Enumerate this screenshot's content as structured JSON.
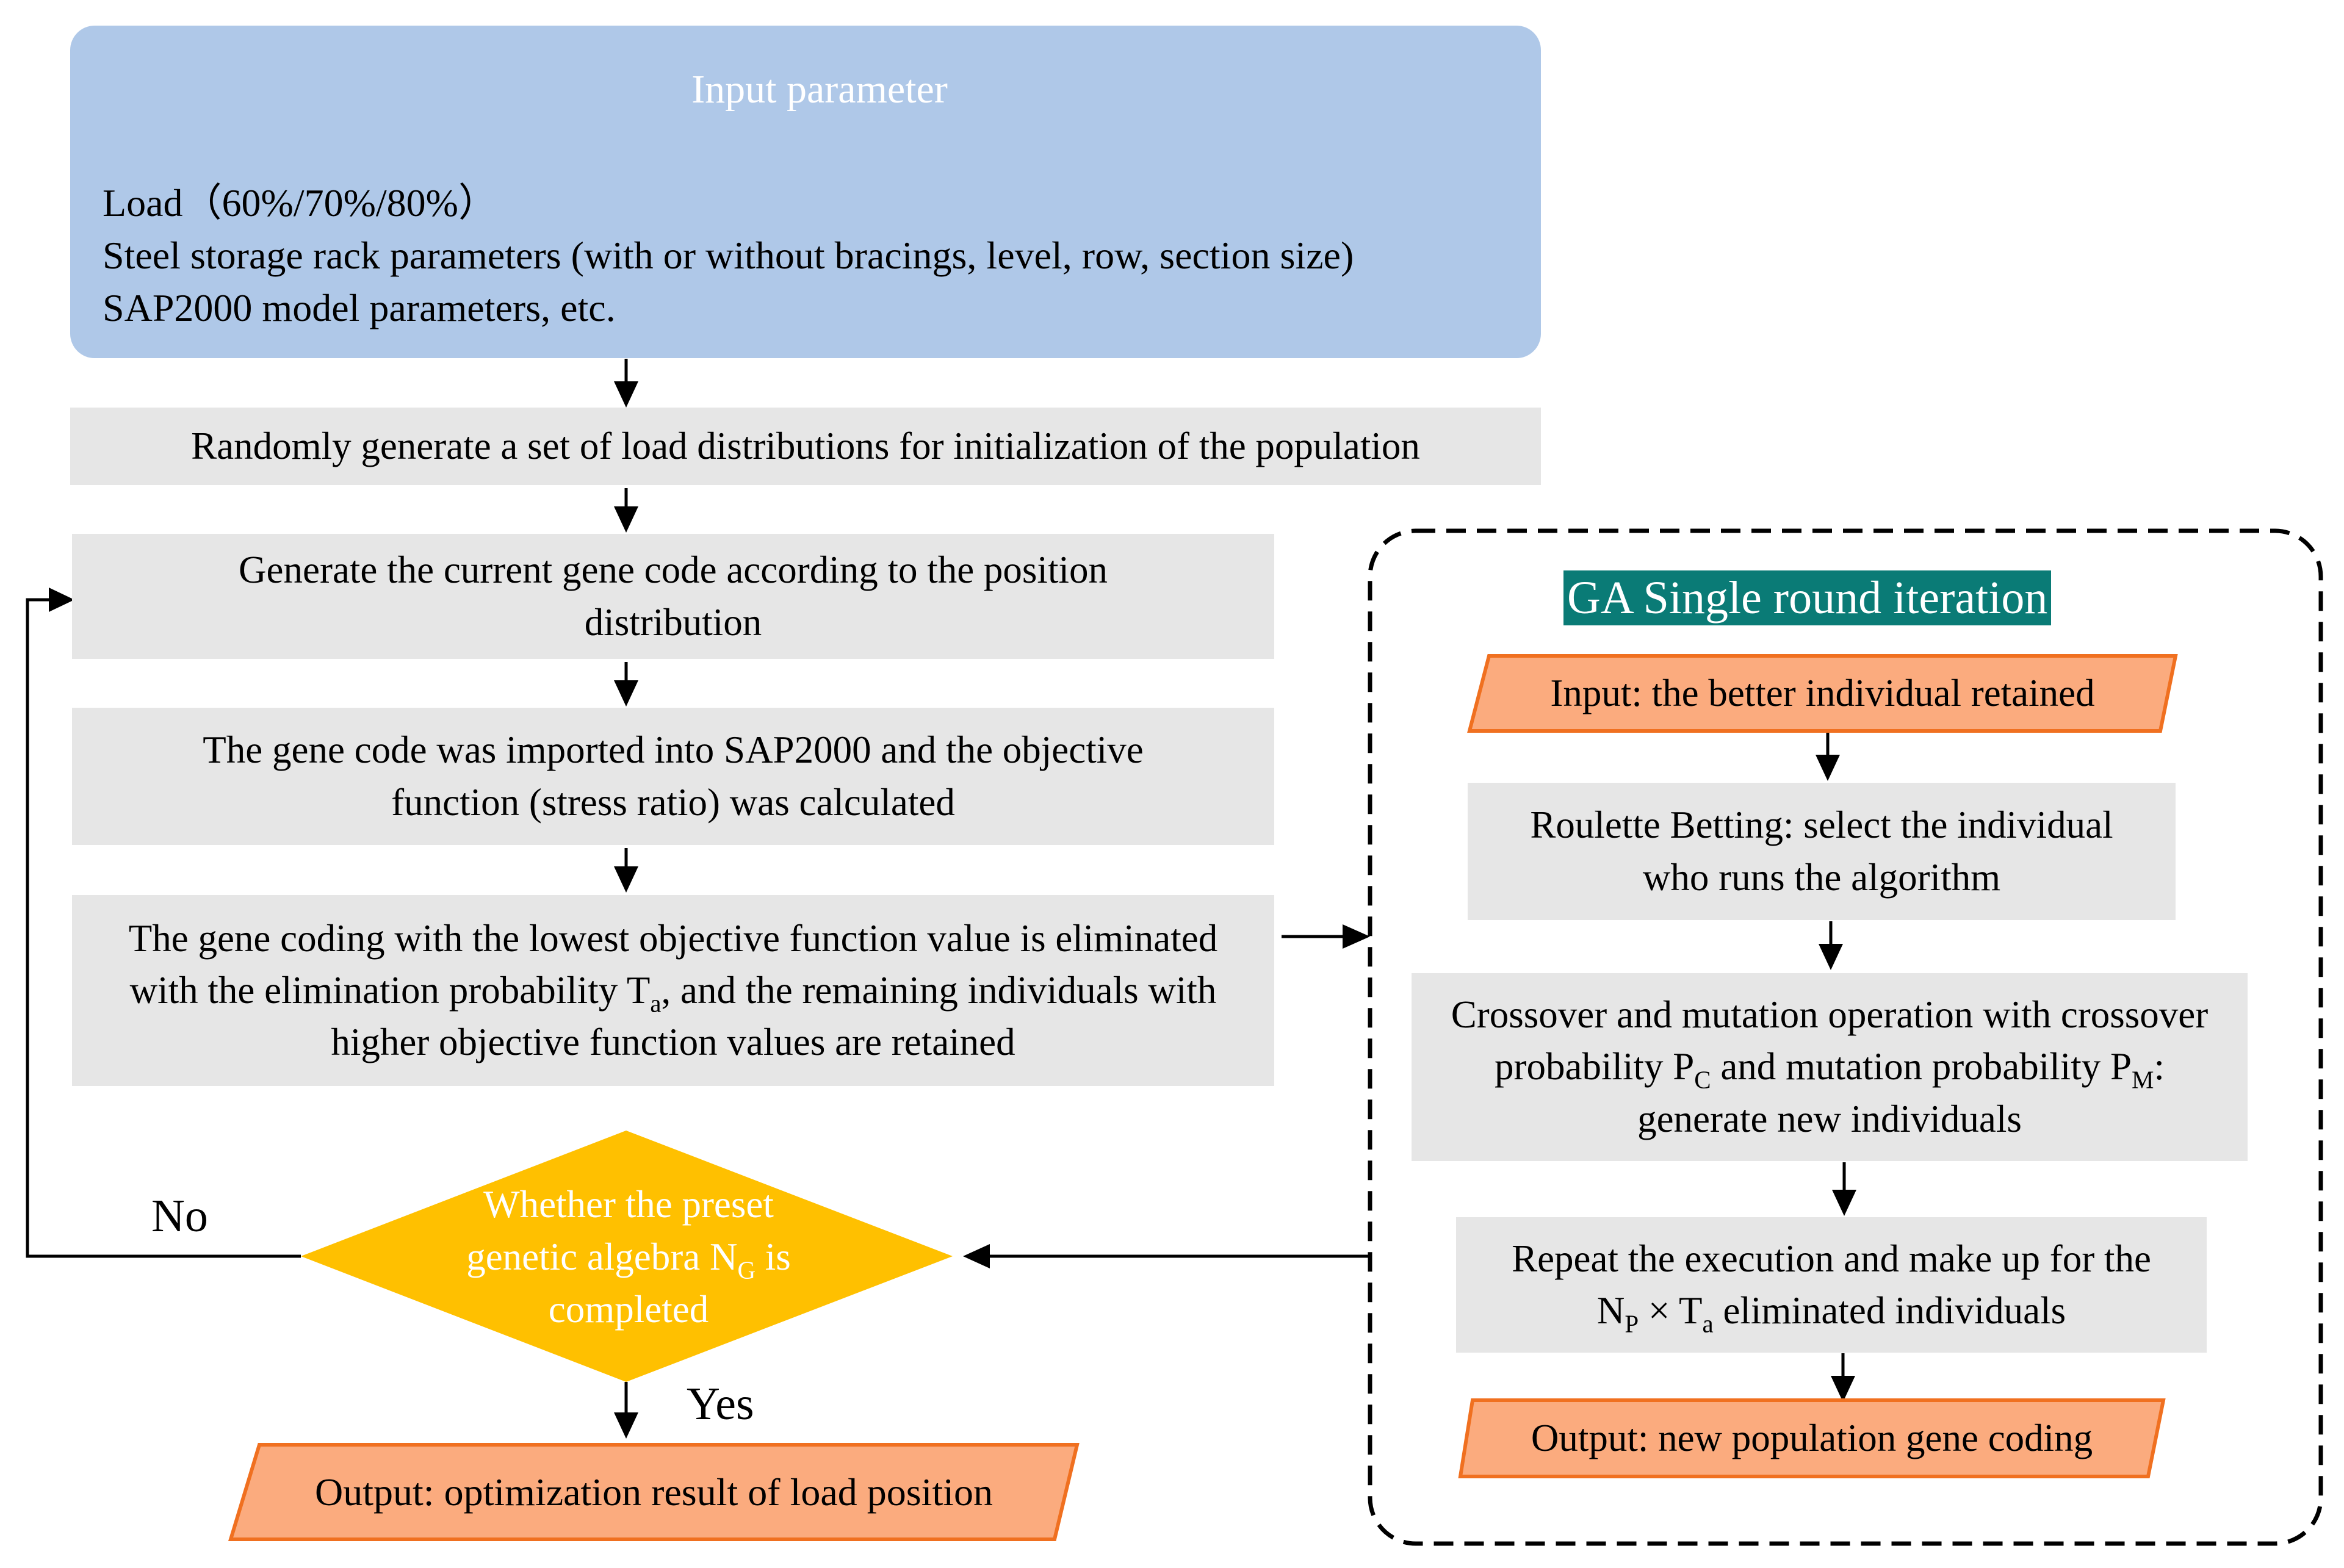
{
  "colors": {
    "input_panel": "#afc8e8",
    "input_header": "#001c5c",
    "process_box": "#e6e6e6",
    "decision": "#ffc000",
    "io_fill": "#fbab7e",
    "io_border": "#f07020",
    "ga_title_bg": "#0a7b76"
  },
  "input_panel": {
    "header": "Input parameter",
    "line1": "Load（60%/70%/80%）",
    "line2": "Steel storage rack parameters (with or without bracings, level, row, section size)",
    "line3": "SAP2000 model parameters, etc."
  },
  "main_flow": {
    "random_init": "Randomly generate a set of load distributions for initialization of the population",
    "gene_code": "Generate the current gene code according to the position distribution",
    "import_sap": "The gene code was imported into SAP2000 and the objective function (stress ratio) was calculated",
    "eliminate": {
      "pre": "The gene coding with the lowest objective function value is eliminated with the elimination probability T",
      "sub": "a",
      "post": ", and the remaining individuals with higher objective function values are retained"
    },
    "decision": {
      "pre": "Whether the preset genetic algebra N",
      "sub": "G",
      "post": " is completed"
    },
    "no_label": "No",
    "yes_label": "Yes",
    "output": "Output: optimization result of load position"
  },
  "ga_panel": {
    "title": "GA Single round iteration",
    "input": "Input: the better individual retained",
    "roulette": "Roulette Betting: select the individual who runs the algorithm",
    "crossover": {
      "a": "Crossover and mutation operation with crossover probability P",
      "a_sub": "C",
      "b": " and mutation probability P",
      "b_sub": "M",
      "c": ": generate new individuals"
    },
    "repeat": {
      "a": "Repeat the execution and make up for the N",
      "a_sub": "P",
      "b": " × T",
      "b_sub": "a",
      "c": " eliminated individuals"
    },
    "output": "Output: new population gene coding"
  }
}
